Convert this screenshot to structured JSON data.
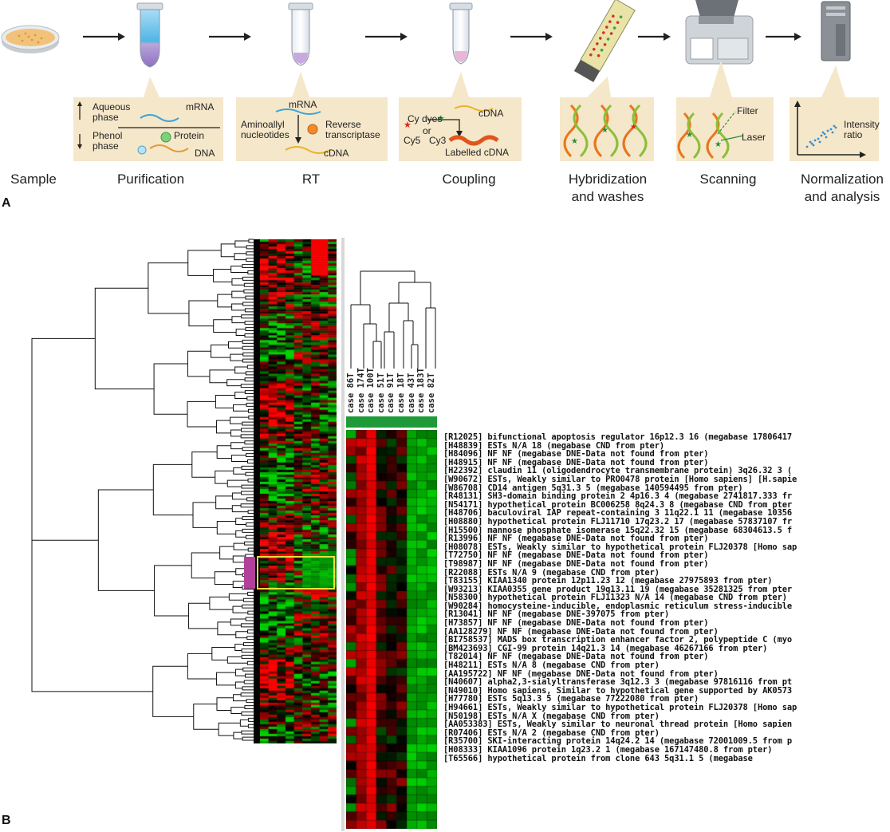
{
  "panel_a": {
    "label": "A",
    "steps": [
      "Sample",
      "Purification",
      "RT",
      "Coupling",
      "Hybridization\nand washes",
      "Scanning",
      "Normalization\nand analysis"
    ],
    "purification": {
      "aqueous": "Aqueous\nphase",
      "mrna": "mRNA",
      "phenol": "Phenol\nphase",
      "protein": "Protein",
      "dna": "DNA"
    },
    "rt": {
      "mrna": "mRNA",
      "aminoallyl": "Aminoallyl\nnucleotides",
      "rt_enzyme": "Reverse\ntranscriptase",
      "cdna": "cDNA"
    },
    "coupling": {
      "cy_dyes": "Cy dyes",
      "or": "or",
      "cy5": "Cy5",
      "cy3": "Cy3",
      "cdna": "cDNA",
      "labelled": "Labelled cDNA"
    },
    "scanning": {
      "filter": "Filter",
      "laser": "Laser"
    },
    "analysis": {
      "intensity": "Intensity\nratio"
    },
    "colors": {
      "panel_bg": "#f5e7c9",
      "red_dye": "#d42a1e",
      "green_dye": "#2a8c3a",
      "orange": "#e8761c"
    }
  },
  "panel_b": {
    "label": "B",
    "cases": [
      "case 86T",
      "case 174T",
      "case 100T",
      "case 51T",
      "case 91T",
      "case 18T",
      "case 43T",
      "case 183T",
      "case 82T"
    ],
    "genes": [
      "[R12025] bifunctional apoptosis regulator 16p12.3 16 (megabase 17806417",
      "[H48839] ESTs N/A 18 (megabase CND from pter)",
      "[H84096] NF NF (megabase DNE-Data not found from pter)",
      "[H48915] NF NF (megabase DNE-Data not found from pter)",
      "[H22392] claudin 11 (oligodendrocyte transmembrane protein) 3q26.32 3 (",
      "[W90672] ESTs, Weakly similar to PRO0478 protein [Homo sapiens] [H.sapie",
      "[W86708] CD14 antigen 5q31.3 5 (megabase 140594495 from pter)",
      "[R48131] SH3-domain binding protein 2 4p16.3 4 (megabase 2741817.333 fr",
      "[N54171] hypothetical protein BC006258 8q24.3 8 (megabase CND from pter",
      "[H48706] baculoviral IAP repeat-containing 3 11q22.1 11 (megabase 10356",
      "[H08880] hypothetical protein FLJ11710 17q23.2 17 (megabase 57837107 fr",
      "[H15500] mannose phosphate isomerase 15q22.32 15 (megabase 68304613.5 f",
      "[R13996] NF NF (megabase DNE-Data not found from pter)",
      "[H08078] ESTs, Weakly similar to hypothetical protein FLJ20378 [Homo sap",
      "[T72750] NF NF (megabase DNE-Data not found from pter)",
      "[T98987] NF NF (megabase DNE-Data not found from pter)",
      "[R22088] ESTs N/A 9 (megabase CND from pter)",
      "[T83155] KIAA1340 protein 12p11.23 12 (megabase 27975893 from pter)",
      "[W93213] KIAA0355 gene product 19q13.11 19 (megabase 35281325 from pter",
      "[N58300] hypothetical protein FLJ11323 N/A 14 (megabase CND from pter)",
      "[W90284] homocysteine-inducible, endoplasmic reticulum stress-inducible",
      "[R13041] NF NF (megabase DNE-397075 from pter)",
      "[H73857] NF NF (megabase DNE-Data not found from pter)",
      "[AA128279] NF NF (megabase DNE-Data not found from pter)",
      "[BI758537] MADS box transcription enhancer factor 2, polypeptide C (myo",
      "[BM423693] CGI-99 protein 14q21.3 14 (megabase 46267166 from pter)",
      "[T82014] NF NF (megabase DNE-Data not found from pter)",
      "[H48211] ESTs N/A 8 (megabase CND from pter)",
      "[AA195722] NF NF (megabase DNE-Data not found from pter)",
      "[N40607] alpha2,3-sialyltransferase 3q12.3 3 (megabase 97816116 from pt",
      "[N49010] Homo sapiens, Similar to hypothetical gene supported by AK0573",
      "[H77780] ESTs 5q13.3 5 (megabase 77222080 from pter)",
      "[H94661] ESTs, Weakly similar to hypothetical protein FLJ20378 [Homo sap",
      "[N50198] ESTs N/A X (megabase CND from pter)",
      "[AA053383] ESTs, Weakly similar to neuronal thread protein [Homo sapien",
      "[R07406] ESTs N/A 2 (megabase CND from pter)",
      "[R35700] SKI-interacting protein 14q24.2 14 (megabase 72001009.5 from p",
      "[H08333] KIAA1096 protein 1q23.2 1 (megabase 167147480.8 from pter)",
      "[T65566] hypothetical protein from clone 643 5q31.1 5 (megabase"
    ],
    "colors": {
      "red": "#e8231f",
      "green": "#27b43a",
      "black": "#000000",
      "highlight": "#e8e03a",
      "cluster": "#b0409a"
    }
  }
}
